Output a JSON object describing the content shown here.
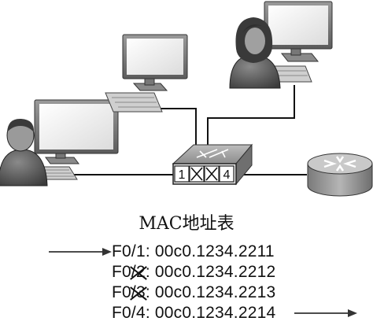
{
  "title": "MAC地址表",
  "switch": {
    "ports": [
      {
        "label": "1",
        "blocked": false
      },
      {
        "label": "",
        "blocked": true
      },
      {
        "label": "",
        "blocked": true
      },
      {
        "label": "4",
        "blocked": false
      }
    ]
  },
  "mac_table": [
    {
      "prefix": "F0/",
      "port": "1",
      "rest": ": 00c0.1234.2211",
      "struck": false,
      "arrow": "in"
    },
    {
      "prefix": "F0",
      "port": "/2",
      "rest": ": 00c0.1234.2212",
      "struck": true,
      "arrow": "none"
    },
    {
      "prefix": "F0",
      "port": "/3",
      "rest": ": 00c0.1234.2213",
      "struck": true,
      "arrow": "none"
    },
    {
      "prefix": "F0/",
      "port": "4",
      "rest": ": 00c0.1234.2214",
      "struck": false,
      "arrow": "out"
    }
  ]
}
